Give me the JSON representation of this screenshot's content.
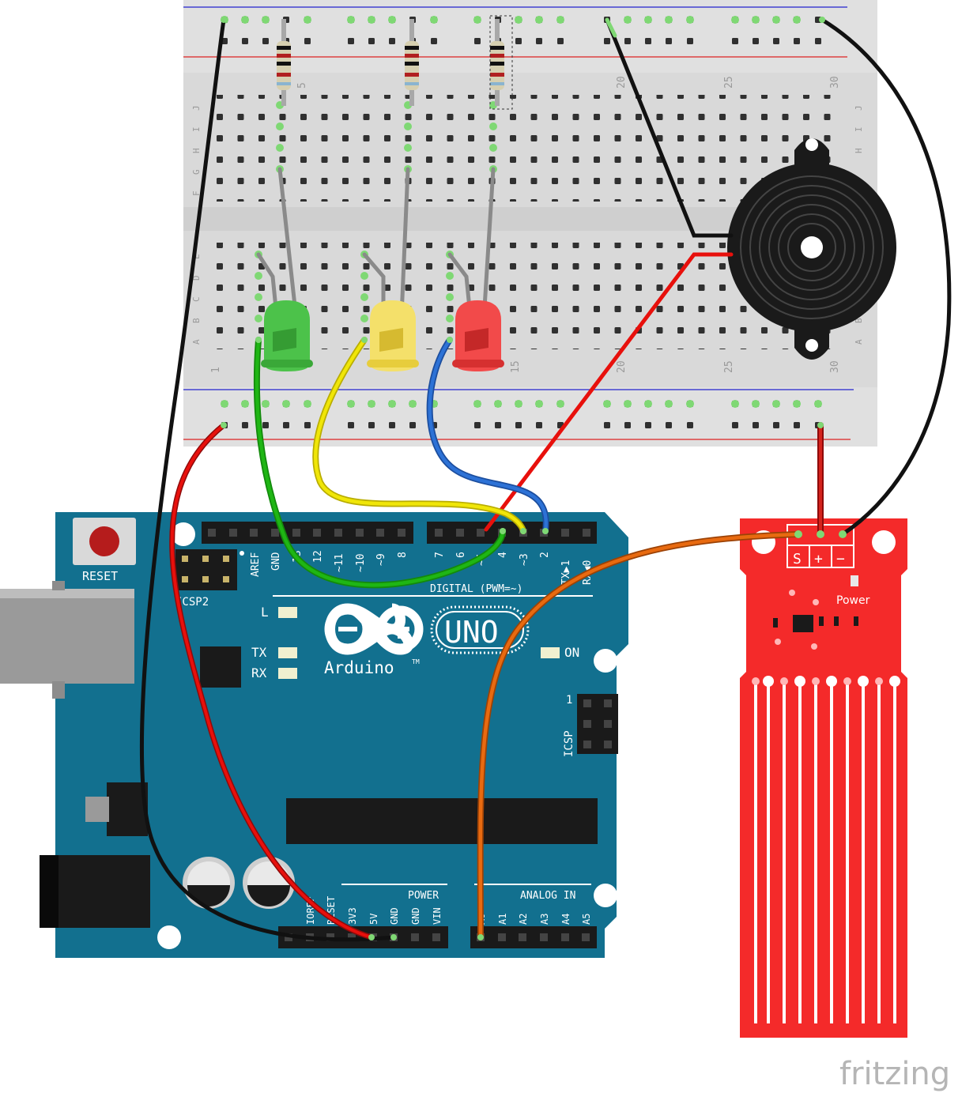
{
  "breadboard": {
    "top_numbers": [
      "5",
      "20",
      "25",
      "30"
    ],
    "bottom_numbers": [
      "1",
      "15",
      "20",
      "25",
      "30"
    ],
    "rows_top": [
      "J",
      "I",
      "H",
      "G",
      "F"
    ],
    "rows_bottom": [
      "E",
      "D",
      "C",
      "B",
      "A"
    ],
    "right_rows": [
      "J",
      "I",
      "H",
      "A",
      "B"
    ]
  },
  "arduino": {
    "reset_label": "RESET",
    "icsp2_label": "ICSP2",
    "aref_label": "AREF",
    "gnd_label": "GND",
    "digital_pins": [
      "13",
      "12",
      "~11",
      "~10",
      "~9",
      "8",
      "7",
      "6",
      "~5",
      "4",
      "~3",
      "2",
      "TX▶1",
      "RX◀0"
    ],
    "digital_label": "DIGITAL (PWM=~)",
    "led_l": "L",
    "led_tx": "TX",
    "led_rx": "RX",
    "led_on": "ON",
    "logo_text": "Arduino",
    "tm": "TM",
    "uno": "UNO",
    "icsp_label": "ICSP",
    "icsp_pin1": "1",
    "power_label": "POWER",
    "power_pins": [
      "IOREF",
      "RESET",
      "3V3",
      "5V",
      "GND",
      "GND",
      "VIN"
    ],
    "analog_label": "ANALOG IN",
    "analog_pins": [
      "A0",
      "A1",
      "A2",
      "A3",
      "A4",
      "A5"
    ]
  },
  "sensor": {
    "pin_s": "S",
    "pin_plus": "+",
    "pin_minus": "−",
    "power_label": "Power"
  },
  "watermark": "fritzing",
  "colors": {
    "board_teal": "#12708f",
    "sensor_red": "#f42a2a",
    "wire_green": "#1fb614",
    "wire_yellow": "#f0e608",
    "wire_blue": "#2d72d6",
    "wire_orange": "#e86a10",
    "wire_red": "#e8100c",
    "wire_black": "#111111"
  }
}
